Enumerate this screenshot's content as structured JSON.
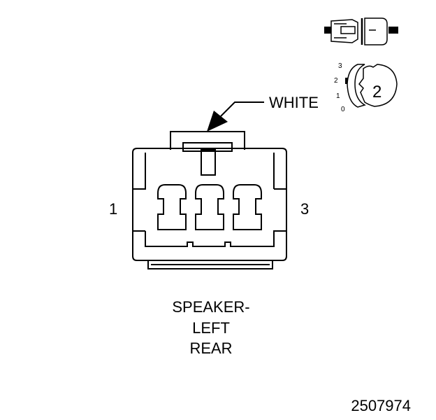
{
  "callout": {
    "color_label": "WHITE"
  },
  "pins": {
    "left": "1",
    "right": "3"
  },
  "caption": {
    "line1": "SPEAKER-",
    "line2": "LEFT",
    "line3": "REAR"
  },
  "figure_number": "2507974",
  "view_indicator": {
    "scale": [
      "3",
      "2",
      "1",
      "0"
    ],
    "view_number": "2"
  },
  "colors": {
    "ink": "#000000",
    "paper": "#ffffff"
  }
}
